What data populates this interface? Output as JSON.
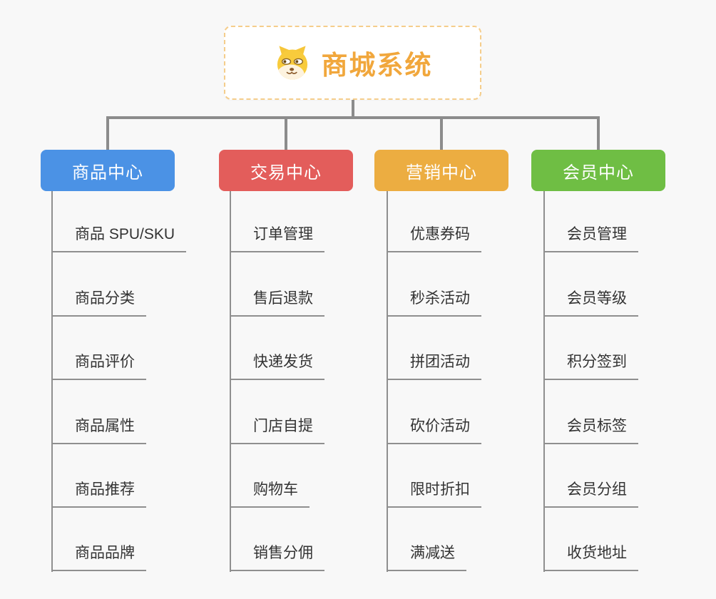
{
  "root": {
    "title": "商城系统",
    "icon": "doge-icon"
  },
  "colors": {
    "background": "#f8f8f8",
    "root_border": "#f5cd8b",
    "root_text": "#f1a73c",
    "connector": "#8c8c8c",
    "leaf_text": "#333333",
    "branch_text": "#ffffff"
  },
  "branches": [
    {
      "label": "商品中心",
      "color": "#4b92e5",
      "items": [
        "商品 SPU/SKU",
        "商品分类",
        "商品评价",
        "商品属性",
        "商品推荐",
        "商品品牌"
      ]
    },
    {
      "label": "交易中心",
      "color": "#e35d5b",
      "items": [
        "订单管理",
        "售后退款",
        "快递发货",
        "门店自提",
        "购物车",
        "销售分佣"
      ]
    },
    {
      "label": "营销中心",
      "color": "#ecad41",
      "items": [
        "优惠券码",
        "秒杀活动",
        "拼团活动",
        "砍价活动",
        "限时折扣",
        "满减送"
      ]
    },
    {
      "label": "会员中心",
      "color": "#6fbe44",
      "items": [
        "会员管理",
        "会员等级",
        "积分签到",
        "会员标签",
        "会员分组",
        "收货地址"
      ]
    }
  ]
}
